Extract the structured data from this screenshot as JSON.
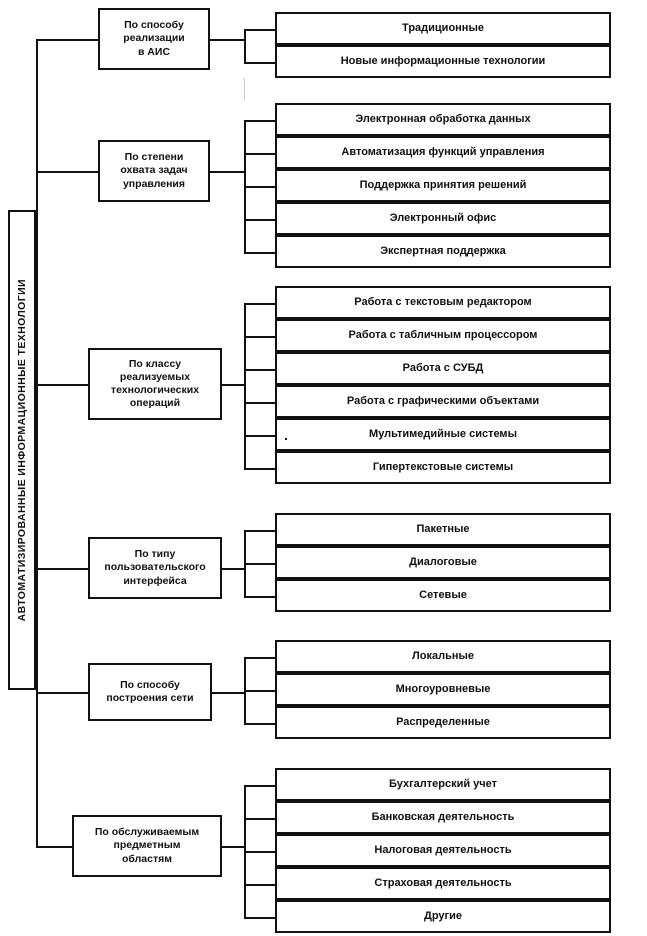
{
  "diagram": {
    "root": {
      "label": "АВТОМАТИЗИРОВАННЫЕ ИНФОРМАЦИОННЫЕ ТЕХНОЛОГИИ",
      "orientation": "vertical"
    },
    "colors": {
      "line": "#111111",
      "box_fill": "#ffffff",
      "text": "#111111",
      "faint_line": "#c9c9c9"
    },
    "groups": [
      {
        "id": "po-sposobu-realizacii",
        "category": "По способу\nреализации\nв АИС",
        "category_lines": [
          "По способу",
          "реализации",
          "в АИС"
        ],
        "items": [
          "Традиционные",
          "Новые информационные технологии"
        ]
      },
      {
        "id": "po-stepeni-ohvata",
        "category": "По степени\nохвата задач\nуправления",
        "category_lines": [
          "По степени",
          "охвата задач",
          "управления"
        ],
        "items": [
          "Электронная обработка данных",
          "Автоматизация функций управления",
          "Поддержка принятия решений",
          "Электронный офис",
          "Экспертная поддержка"
        ]
      },
      {
        "id": "po-klassu-operacij",
        "category": "По классу\nреализуемых\nтехнологических\nопераций",
        "category_lines": [
          "По классу",
          "реализуемых",
          "технологических",
          "операций"
        ],
        "items": [
          "Работа с текстовым редактором",
          "Работа с табличным процессором",
          "Работа с СУБД",
          "Работа с графическими объектами",
          "Мультимедийные системы",
          "Гипертекстовые системы"
        ]
      },
      {
        "id": "po-tipu-interfeysa",
        "category": "По типу\nпользовательского\nинтерфейса",
        "category_lines": [
          "По типу",
          "пользовательского",
          "интерфейса"
        ],
        "items": [
          "Пакетные",
          "Диалоговые",
          "Сетевые"
        ]
      },
      {
        "id": "po-sposobu-postroeniya-seti",
        "category": "По способу\nпостроения сети",
        "category_lines": [
          "По способу",
          "построения сети"
        ],
        "items": [
          "Локальные",
          "Многоуровневые",
          "Распределенные"
        ]
      },
      {
        "id": "po-predmetnym-oblastyam",
        "category": "По обслуживаемым\nпредметным\nобластям",
        "category_lines": [
          "По обслуживаемым",
          "предметным",
          "областям"
        ],
        "items": [
          "Бухгалтерский учет",
          "Банковская деятельность",
          "Налоговая деятельность",
          "Страховая деятельность",
          "Другие"
        ]
      }
    ]
  }
}
